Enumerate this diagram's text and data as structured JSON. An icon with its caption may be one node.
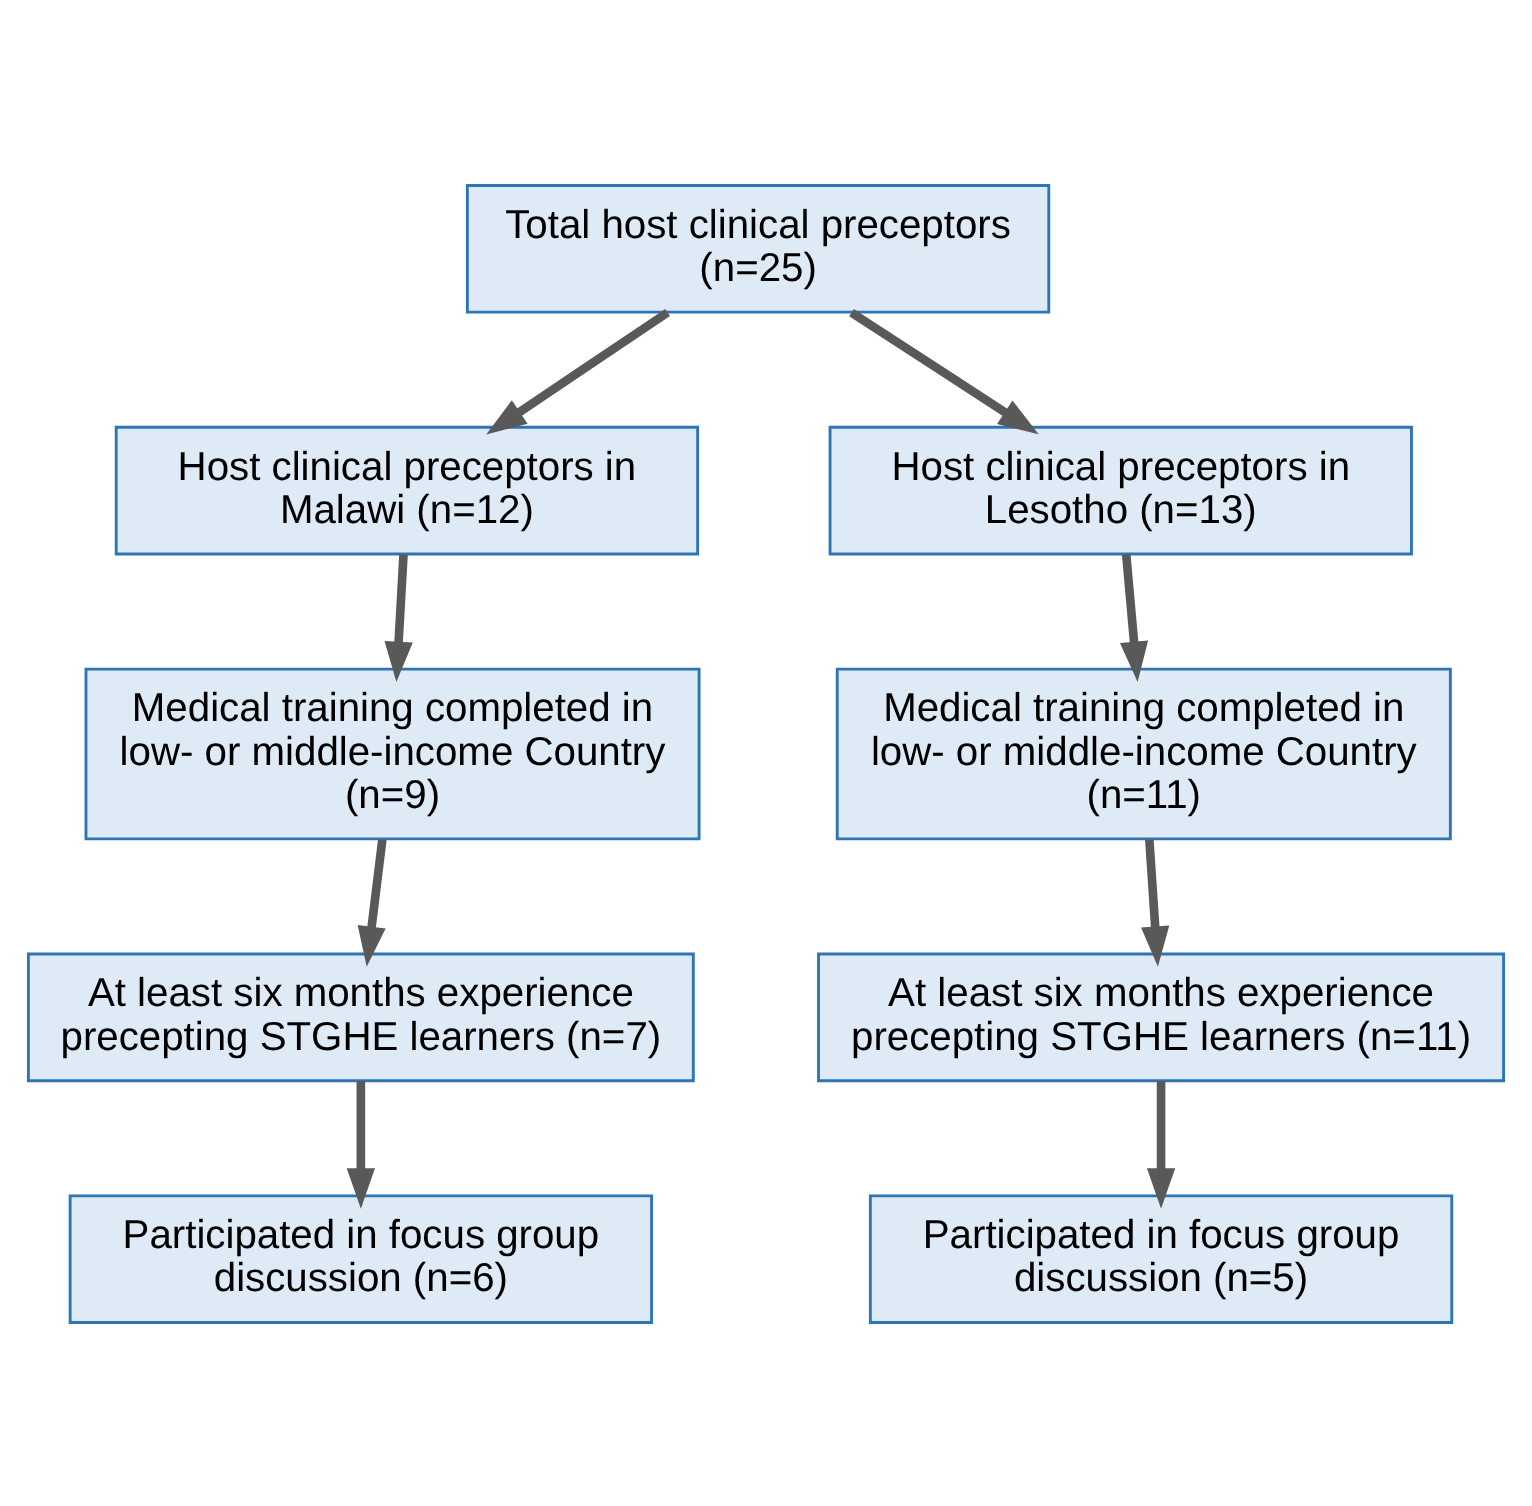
{
  "diagram": {
    "nodes": [
      {
        "text": [
          "Total host clinical preceptors (n=25)"
        ]
      },
      {
        "text": [
          "Host clinical preceptors in Malawi (n=12)"
        ]
      },
      {
        "text": [
          "Host clinical preceptors in Lesotho (n=13)"
        ]
      },
      {
        "text": [
          "Medical training completed in low- or middle-income Country (n=9)"
        ]
      },
      {
        "text": [
          "Medical training completed in low- or middle-income Country (n=11)"
        ]
      },
      {
        "text": [
          "At least six months experience precepting STGHE learners (n=7)"
        ]
      },
      {
        "text": [
          "At least six months experience precepting STGHE learners (n=11)"
        ]
      },
      {
        "text": [
          "Participated in focus group discussion (n=6)"
        ]
      },
      {
        "text": [
          "Participated in focus group discussion (n=5)"
        ]
      }
    ],
    "edges": [
      {
        "from": 0,
        "to": 1,
        "arrow": "to"
      },
      {
        "from": 0,
        "to": 2,
        "arrow": "to"
      },
      {
        "from": 1,
        "to": 3,
        "arrow": "to"
      },
      {
        "from": 2,
        "to": 4,
        "arrow": "to"
      },
      {
        "from": 3,
        "to": 5,
        "arrow": "to"
      },
      {
        "from": 4,
        "to": 6,
        "arrow": "to"
      },
      {
        "from": 5,
        "to": 7,
        "arrow": "to"
      },
      {
        "from": 6,
        "to": 8,
        "arrow": "to"
      }
    ]
  }
}
